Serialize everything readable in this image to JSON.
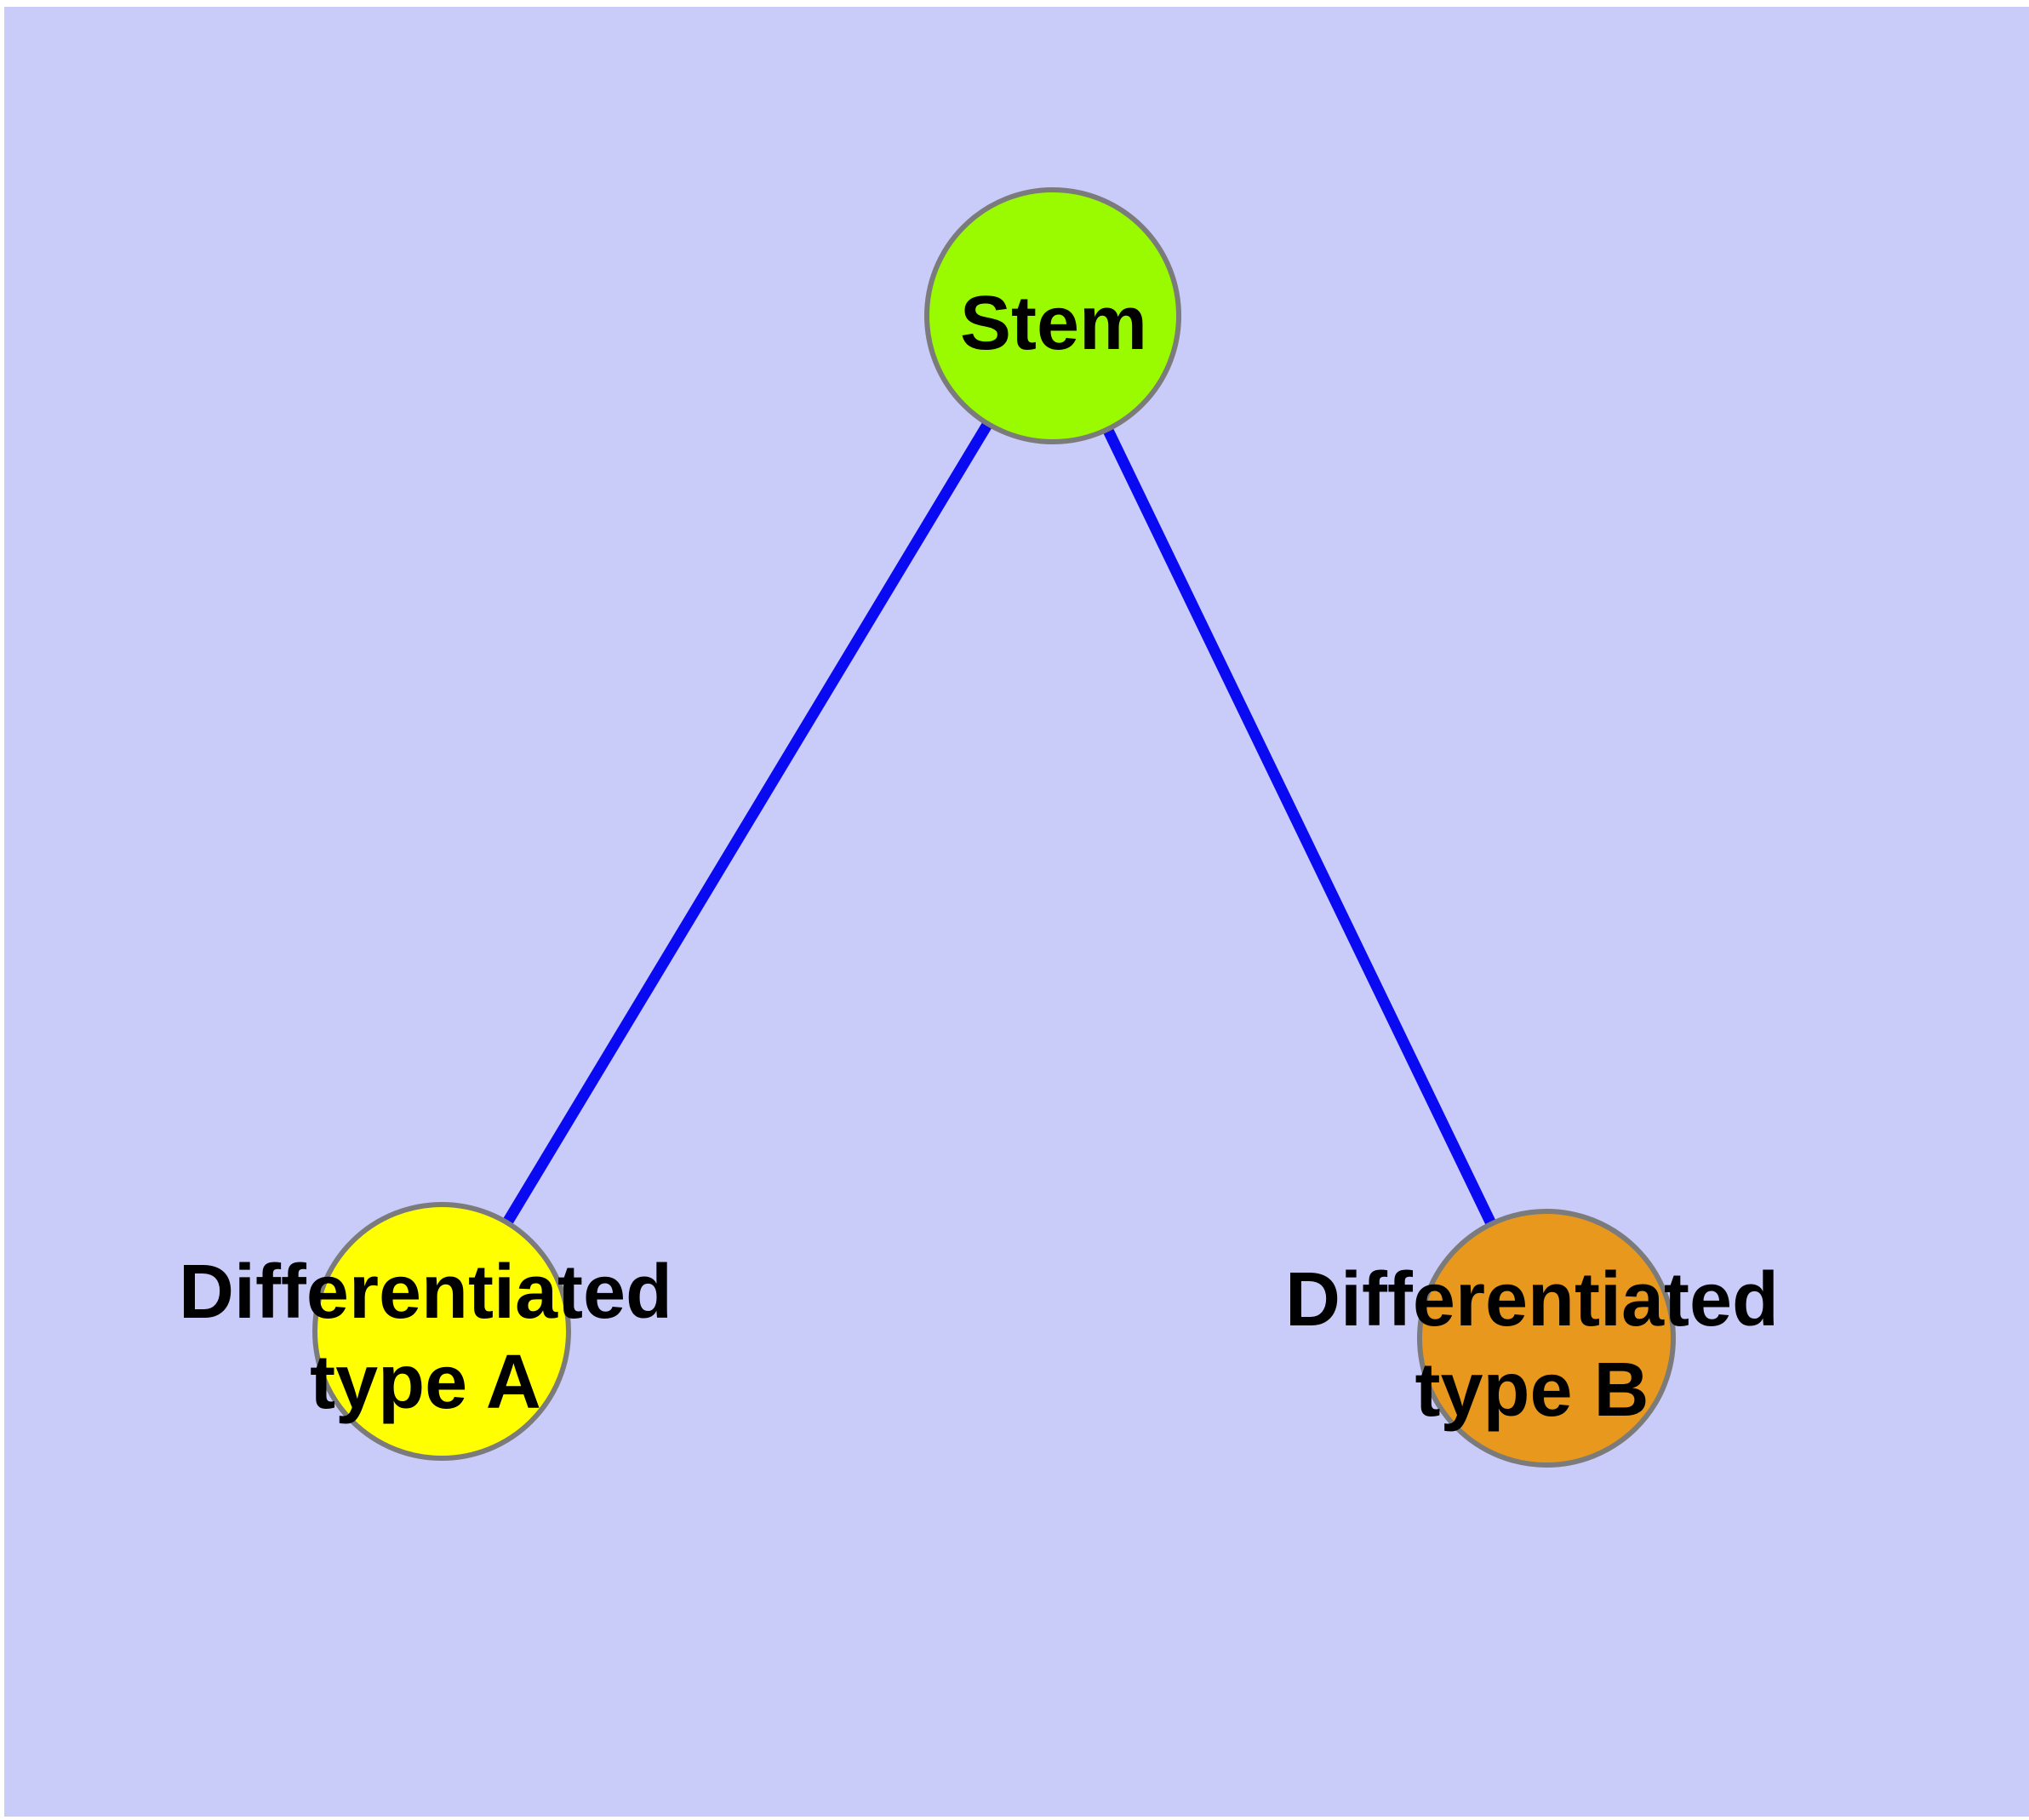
{
  "colors": {
    "page_margin": "#FFFFFF",
    "background": "#C9CBF9",
    "edge": "#0A0AF2",
    "node_border": "#7B7B7B",
    "label_text": "#000000"
  },
  "graph": {
    "nodes": {
      "stem": {
        "label": "Stem",
        "fill": "#9AFB00"
      },
      "type_a": {
        "label_line1": "Differentiated",
        "label_line2": "type A",
        "fill": "#FFFF00"
      },
      "type_b": {
        "label_line1": "Differentiated",
        "label_line2": "type B",
        "fill": "#E8991D"
      }
    },
    "edges": [
      {
        "from": "stem",
        "to": "type_a"
      },
      {
        "from": "stem",
        "to": "type_b"
      }
    ]
  }
}
